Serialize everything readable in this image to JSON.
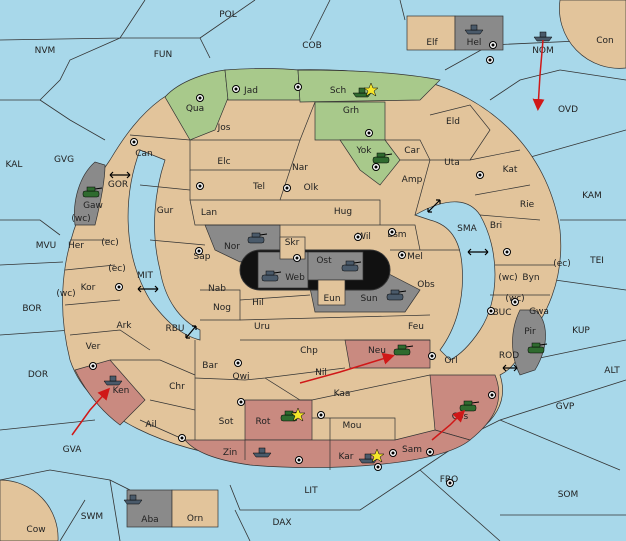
{
  "colors": {
    "sea": "#a8d8ea",
    "land": "#e2c49b",
    "green_power": "#a8c98b",
    "red_power": "#c98a80",
    "gray_power": "#8a8a8a",
    "black_hole": "#111111",
    "arrow": "#d01818",
    "tank": "#2f6b2f"
  },
  "sea_regions": [
    {
      "id": "POL",
      "label": "POL"
    },
    {
      "id": "NVM",
      "label": "NVM"
    },
    {
      "id": "FUN",
      "label": "FUN"
    },
    {
      "id": "COB",
      "label": "COB"
    },
    {
      "id": "NOM",
      "label": "NOM"
    },
    {
      "id": "Con",
      "label": "Con"
    },
    {
      "id": "OVD",
      "label": "OVD"
    },
    {
      "id": "KAL",
      "label": "KAL"
    },
    {
      "id": "GVG",
      "label": "GVG"
    },
    {
      "id": "GOR",
      "label": "GOR"
    },
    {
      "id": "KAM",
      "label": "KAM"
    },
    {
      "id": "MVU",
      "label": "MVU"
    },
    {
      "id": "SMA",
      "label": "SMA"
    },
    {
      "id": "TEI",
      "label": "TEI"
    },
    {
      "id": "MIT",
      "label": "MIT"
    },
    {
      "id": "BOR",
      "label": "BOR"
    },
    {
      "id": "RBU",
      "label": "RBU"
    },
    {
      "id": "BUC",
      "label": "BUC"
    },
    {
      "id": "KUP",
      "label": "KUP"
    },
    {
      "id": "DOR",
      "label": "DOR"
    },
    {
      "id": "ROD",
      "label": "ROD"
    },
    {
      "id": "ALT",
      "label": "ALT"
    },
    {
      "id": "GVP",
      "label": "GVP"
    },
    {
      "id": "GVA",
      "label": "GVA"
    },
    {
      "id": "FRO",
      "label": "FRO"
    },
    {
      "id": "SOM",
      "label": "SOM"
    },
    {
      "id": "LIT",
      "label": "LIT"
    },
    {
      "id": "SWM",
      "label": "SWM"
    },
    {
      "id": "DAX",
      "label": "DAX"
    },
    {
      "id": "Cow",
      "label": "Cow"
    }
  ],
  "land_regions": [
    {
      "id": "Elf",
      "label": "Elf"
    },
    {
      "id": "Hel",
      "label": "Hel"
    },
    {
      "id": "Qua",
      "label": "Qua"
    },
    {
      "id": "Jad",
      "label": "Jad"
    },
    {
      "id": "Sch",
      "label": "Sch"
    },
    {
      "id": "Jos",
      "label": "Jos"
    },
    {
      "id": "Grh",
      "label": "Grh"
    },
    {
      "id": "Eld",
      "label": "Eld"
    },
    {
      "id": "Can",
      "label": "Can"
    },
    {
      "id": "Elc",
      "label": "Elc"
    },
    {
      "id": "Nar",
      "label": "Nar"
    },
    {
      "id": "Yok",
      "label": "Yok"
    },
    {
      "id": "Car",
      "label": "Car"
    },
    {
      "id": "Uta",
      "label": "Uta"
    },
    {
      "id": "Kat",
      "label": "Kat"
    },
    {
      "id": "Gaw",
      "label": "Gaw"
    },
    {
      "id": "Tel",
      "label": "Tel"
    },
    {
      "id": "Olk",
      "label": "Olk"
    },
    {
      "id": "Amp",
      "label": "Amp"
    },
    {
      "id": "Gur",
      "label": "Gur"
    },
    {
      "id": "Lan",
      "label": "Lan"
    },
    {
      "id": "Hug",
      "label": "Hug"
    },
    {
      "id": "Rie",
      "label": "Rie"
    },
    {
      "id": "Bri",
      "label": "Bri"
    },
    {
      "id": "Nor",
      "label": "Nor"
    },
    {
      "id": "Skr",
      "label": "Skr"
    },
    {
      "id": "Wil",
      "label": "Wil"
    },
    {
      "id": "Esm",
      "label": "Esm"
    },
    {
      "id": "Her",
      "label": "Her"
    },
    {
      "id": "Sap",
      "label": "Sap"
    },
    {
      "id": "Web",
      "label": "Web"
    },
    {
      "id": "Ost",
      "label": "Ost"
    },
    {
      "id": "Mel",
      "label": "Mel"
    },
    {
      "id": "Byn",
      "label": "Byn"
    },
    {
      "id": "Kor",
      "label": "Kor"
    },
    {
      "id": "Nab",
      "label": "Nab"
    },
    {
      "id": "Eun",
      "label": "Eun"
    },
    {
      "id": "Sun",
      "label": "Sun"
    },
    {
      "id": "Obs",
      "label": "Obs"
    },
    {
      "id": "Hil",
      "label": "Hil"
    },
    {
      "id": "Gwa",
      "label": "Gwa"
    },
    {
      "id": "Ark",
      "label": "Ark"
    },
    {
      "id": "Nog",
      "label": "Nog"
    },
    {
      "id": "Uru",
      "label": "Uru"
    },
    {
      "id": "Feu",
      "label": "Feu"
    },
    {
      "id": "Pir",
      "label": "Pir"
    },
    {
      "id": "Ver",
      "label": "Ver"
    },
    {
      "id": "Chp",
      "label": "Chp"
    },
    {
      "id": "Neu",
      "label": "Neu"
    },
    {
      "id": "Bar",
      "label": "Bar"
    },
    {
      "id": "Orl",
      "label": "Orl"
    },
    {
      "id": "Nil",
      "label": "Nil"
    },
    {
      "id": "Qwi",
      "label": "Qwi"
    },
    {
      "id": "Chr",
      "label": "Chr"
    },
    {
      "id": "Ken",
      "label": "Ken"
    },
    {
      "id": "Kaa",
      "label": "Kaa"
    },
    {
      "id": "Rot",
      "label": "Rot"
    },
    {
      "id": "Cos",
      "label": "Cos"
    },
    {
      "id": "Ail",
      "label": "Ail"
    },
    {
      "id": "Sot",
      "label": "Sot"
    },
    {
      "id": "Mou",
      "label": "Mou"
    },
    {
      "id": "Zin",
      "label": "Zin"
    },
    {
      "id": "Kar",
      "label": "Kar"
    },
    {
      "id": "Sam",
      "label": "Sam"
    },
    {
      "id": "Aba",
      "label": "Aba"
    },
    {
      "id": "Orn",
      "label": "Orn"
    }
  ],
  "coast_tags": [
    {
      "id": "gaw-wc",
      "label": "(wc)"
    },
    {
      "id": "her-ec",
      "label": "(ec)"
    },
    {
      "id": "kor-ec",
      "label": "(ec)"
    },
    {
      "id": "kor-wc",
      "label": "(wc)"
    },
    {
      "id": "byn-wc",
      "label": "(wc)"
    },
    {
      "id": "byn-ec",
      "label": "(ec)"
    },
    {
      "id": "gwa-wc",
      "label": "(wc)"
    }
  ],
  "units": [
    {
      "province": "Hel",
      "type": "fleet",
      "power": "gray"
    },
    {
      "province": "NOM",
      "type": "fleet",
      "power": "gray"
    },
    {
      "province": "Sch",
      "type": "fleet",
      "power": "green",
      "star": true
    },
    {
      "province": "Yok",
      "type": "army",
      "power": "green"
    },
    {
      "province": "Gaw",
      "type": "army",
      "power": "green"
    },
    {
      "province": "Nor",
      "type": "army",
      "power": "gray"
    },
    {
      "province": "Web",
      "type": "army",
      "power": "gray"
    },
    {
      "province": "Ost",
      "type": "army",
      "power": "gray"
    },
    {
      "province": "Sun",
      "type": "army",
      "power": "gray"
    },
    {
      "province": "Pir",
      "type": "army",
      "power": "green"
    },
    {
      "province": "Neu",
      "type": "army",
      "power": "green"
    },
    {
      "province": "Ken",
      "type": "fleet",
      "power": "gray"
    },
    {
      "province": "Rot",
      "type": "army",
      "power": "green",
      "star": true
    },
    {
      "province": "Cos",
      "type": "army",
      "power": "green"
    },
    {
      "province": "Zin",
      "type": "fleet",
      "power": "gray"
    },
    {
      "province": "Kar",
      "type": "fleet",
      "power": "gray",
      "star": true
    },
    {
      "province": "Aba",
      "type": "fleet",
      "power": "gray"
    }
  ],
  "orders": [
    {
      "from": "NOM",
      "to": "OVD"
    },
    {
      "from": "GVA",
      "to": "Ken"
    },
    {
      "from": "Nil",
      "to": "Neu"
    },
    {
      "from": "Sam",
      "to": "Cos"
    }
  ]
}
